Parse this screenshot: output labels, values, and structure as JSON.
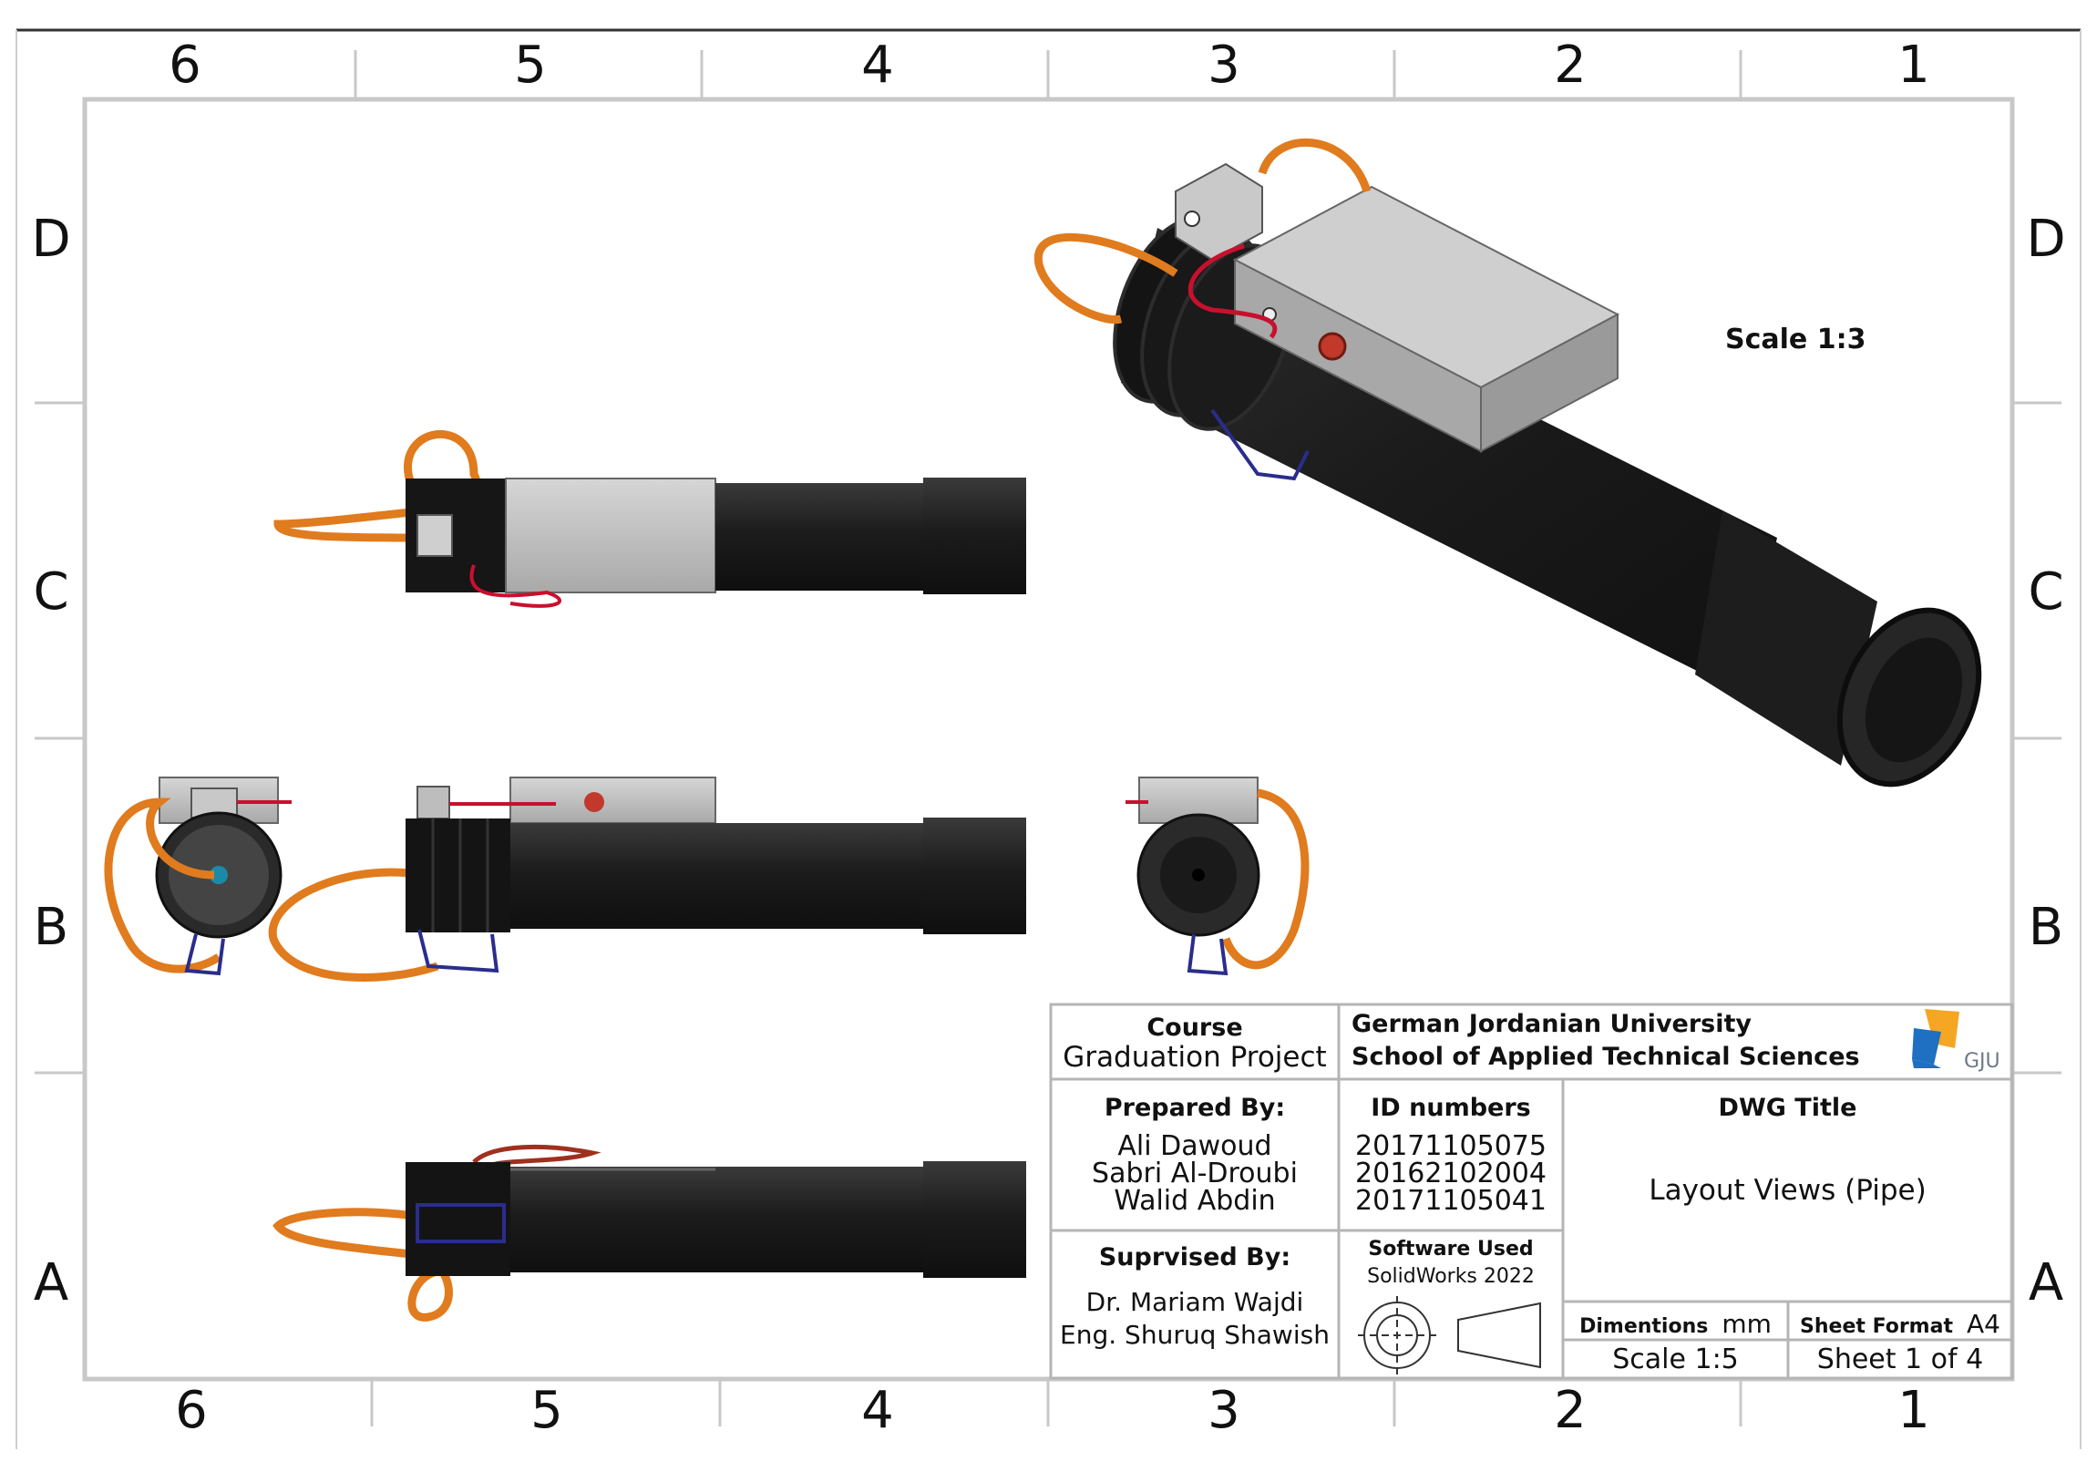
{
  "zones": {
    "columns": [
      "6",
      "5",
      "4",
      "3",
      "2",
      "1"
    ],
    "rows": [
      "D",
      "C",
      "B",
      "A"
    ]
  },
  "iso_view": {
    "scale_label": "Scale 1:3"
  },
  "title_block": {
    "course_heading": "Course",
    "course_value": "Graduation Project",
    "university": "German Jordanian University",
    "school": "School of Applied Technical Sciences",
    "logo_text": "GJU",
    "prepared_by_heading": "Prepared By:",
    "prepared_by": [
      "Ali Dawoud",
      "Sabri Al-Droubi",
      "Walid Abdin"
    ],
    "id_heading": "ID numbers",
    "ids": [
      "20171105075",
      "20162102004",
      "20171105041"
    ],
    "dwg_title_heading": "DWG Title",
    "dwg_title": "Layout Views (Pipe)",
    "supervised_heading": "Suprvised By:",
    "supervisors": [
      "Dr. Mariam Wajdi",
      "Eng. Shuruq Shawish"
    ],
    "software_heading": "Software Used",
    "software": "SolidWorks 2022",
    "dimensions_label": "Dimentions",
    "dimensions_unit": "mm",
    "sheet_format_label": "Sheet Format",
    "sheet_format_value": "A4",
    "scale": "Scale 1:5",
    "sheet": "Sheet 1 of 4"
  },
  "colors": {
    "pipe": "#1f1f1f",
    "cable": "#e07b1e",
    "box": "#b9b9b9",
    "red_wire": "#c8102e",
    "blue_strap": "#2a2d8c",
    "logo_blue": "#1f6fc2",
    "logo_orange": "#f5a623"
  }
}
